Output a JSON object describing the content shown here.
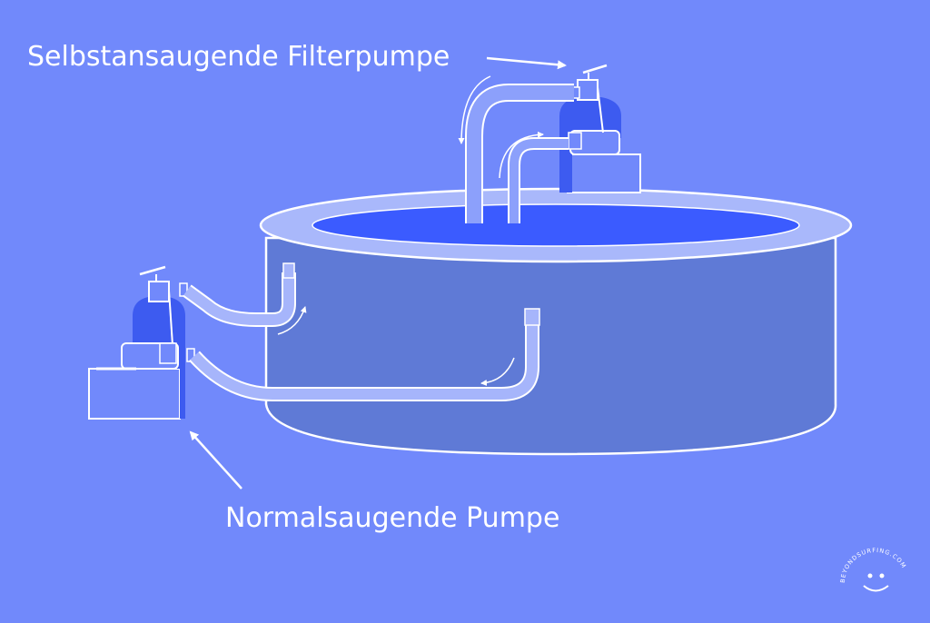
{
  "labels": {
    "self_priming_pump": "Selbstansaugende Filterpumpe",
    "normal_priming_pump": "Normalsaugende Pumpe"
  },
  "watermark": {
    "text": "BEYONDSURFING.COM"
  },
  "colors": {
    "background": "#7189fb",
    "pool_wall": "#5f7ad6",
    "pool_water": "#3b5bff",
    "pump_tank": "#3d5bf0",
    "line": "#ffffff"
  }
}
